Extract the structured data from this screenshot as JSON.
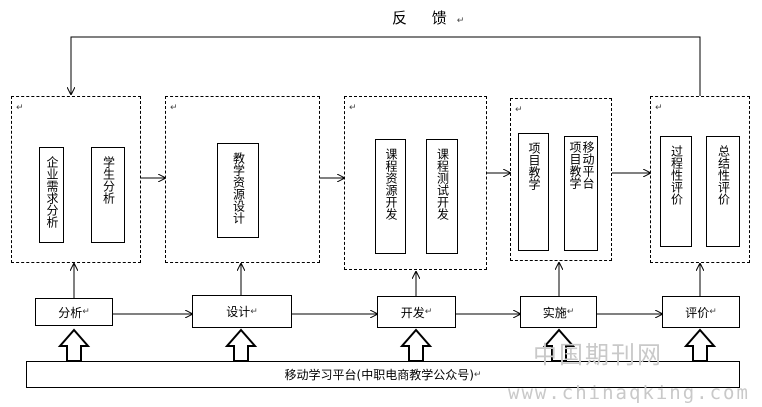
{
  "feedback_label": "反 馈",
  "return_mark": "↵",
  "groups": [
    {
      "id": "g1",
      "items": [
        "企业需求分析",
        "学生分析"
      ]
    },
    {
      "id": "g2",
      "items": [
        "教学资源设计"
      ]
    },
    {
      "id": "g3",
      "items": [
        "课程资源开发",
        "课程测试开发"
      ]
    },
    {
      "id": "g4",
      "items": [
        "项目教学",
        "移动平台项目教学"
      ]
    },
    {
      "id": "g5",
      "items": [
        "过程性评价",
        "总结性评价"
      ]
    }
  ],
  "stages": [
    "分析",
    "设计",
    "开发",
    "实施",
    "评价"
  ],
  "platform": "移动学习平台(中职电商教学公众号)",
  "watermark": {
    "cn": "中国期刊网",
    "url": "www.chinaqking.com"
  }
}
